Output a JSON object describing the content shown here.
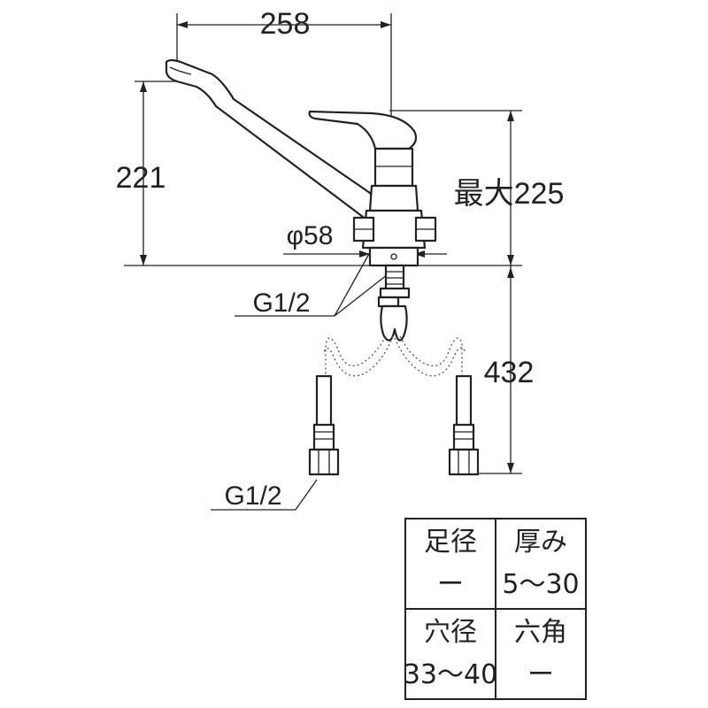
{
  "dimensions": {
    "width_258": "258",
    "height_221": "221",
    "max_225": "最大225",
    "diameter_58": "φ58",
    "length_432": "432",
    "thread_upper": "G1/2",
    "thread_lower": "G1/2"
  },
  "spec_table": {
    "foot_diameter_label": "足径",
    "foot_diameter_value": "ー",
    "thickness_label": "厚み",
    "thickness_value": "5〜30",
    "hole_diameter_label": "穴径",
    "hole_diameter_value": "33〜40",
    "hex_label": "六角",
    "hex_value": "ー"
  }
}
